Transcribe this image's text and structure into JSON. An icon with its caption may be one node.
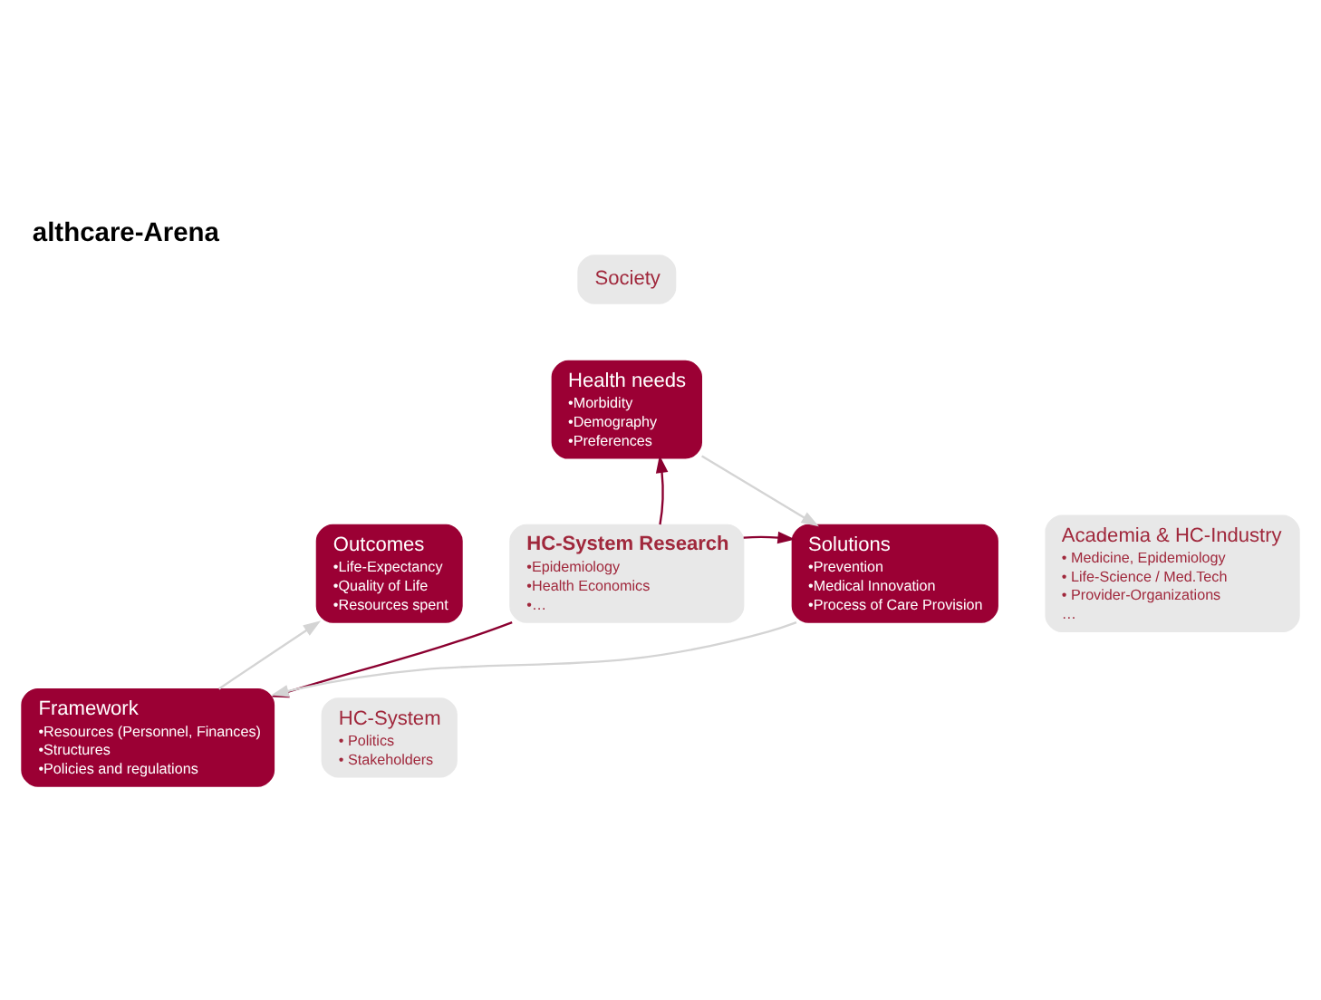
{
  "diagram": {
    "title": "althcare-Arena",
    "nodes": [
      {
        "text": [
          "Society"
        ]
      },
      {
        "text": [
          "Health needs",
          "•Morbidity",
          "•Demography",
          "•Preferences"
        ]
      },
      {
        "text": [
          "HC-System Research",
          "•Epidemiology",
          "•Health Economics",
          "•…"
        ]
      },
      {
        "text": [
          "Outcomes",
          "•Life-Expectancy",
          "•Quality of Life",
          "•Resources spent"
        ]
      },
      {
        "text": [
          "Solutions",
          "•Prevention",
          "•Medical Innovation",
          "•Process of Care Provision"
        ]
      },
      {
        "text": [
          "Academia & HC-Industry",
          "• Medicine, Epidemiology",
          "• Life-Science / Med.Tech",
          "• Provider-Organizations",
          "…"
        ]
      },
      {
        "text": [
          "Framework",
          "•Resources (Personnel, Finances)",
          "•Structures",
          "•Policies and regulations"
        ]
      },
      {
        "text": [
          "HC-System",
          "• Politics",
          "• Stakeholders"
        ]
      }
    ],
    "edges": [
      {
        "from": 2,
        "to": 1,
        "arrow": "to"
      },
      {
        "from": 2,
        "to": 4,
        "arrow": "to"
      },
      {
        "from": 2,
        "to": 6,
        "arrow": "to"
      },
      {
        "from": 1,
        "to": 4,
        "arrow": "to",
        "color": "#d4d4d4"
      },
      {
        "from": 4,
        "to": 6,
        "arrow": "to",
        "color": "#d4d4d4"
      },
      {
        "from": 6,
        "to": 3,
        "arrow": "to",
        "color": "#d4d4d4"
      }
    ]
  }
}
